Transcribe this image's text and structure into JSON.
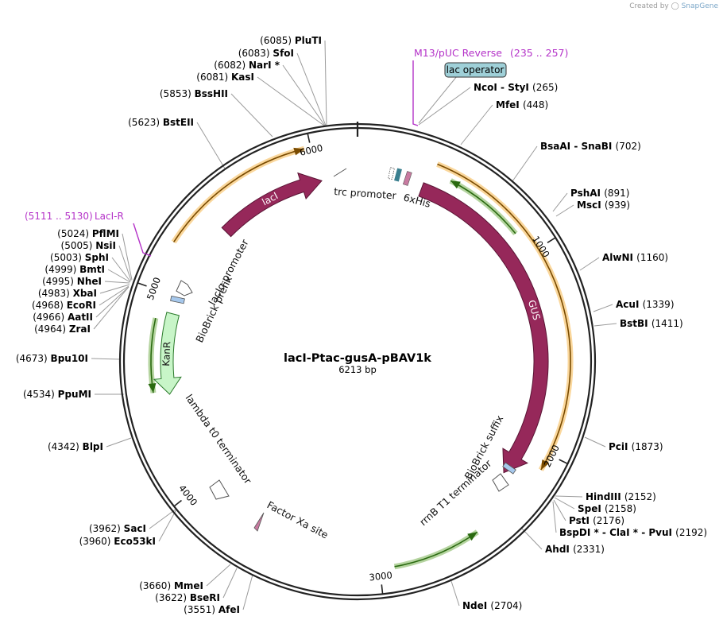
{
  "credit": {
    "prefix": "Created by",
    "brand": "SnapGene"
  },
  "plasmid": {
    "name": "lacI-Ptac-gusA-pBAV1k",
    "size_label": "6213 bp",
    "length": 6213
  },
  "colors": {
    "magenta_feature": "#96285a",
    "kanr": "#c8f5c8",
    "primer": "#b432c8",
    "orange_arrow": "#f5a623",
    "green_arrow": "#5aa02c",
    "lac_operator_fill": "#9fd0d8",
    "biobrick": "#a6c8ec"
  },
  "ticks": [
    {
      "label": "1000",
      "pos": 1000
    },
    {
      "label": "2000",
      "pos": 2000
    },
    {
      "label": "3000",
      "pos": 3000
    },
    {
      "label": "4000",
      "pos": 4000
    },
    {
      "label": "5000",
      "pos": 5000
    },
    {
      "label": "6000",
      "pos": 6000
    }
  ],
  "features": [
    {
      "label": "lacI",
      "start": 5430,
      "end": 6020,
      "dir": "cw",
      "kind": "magenta",
      "label_inside": true
    },
    {
      "label": "GUS",
      "start": 350,
      "end": 2195,
      "dir": "cw",
      "kind": "magenta",
      "label_inside": true
    },
    {
      "label": "KanR",
      "start": 4490,
      "end": 4910,
      "dir": "ccw",
      "kind": "kanr",
      "label_inside": true
    }
  ],
  "feature_labels": [
    {
      "id": "trc",
      "text": "trc promoter"
    },
    {
      "id": "sixhis",
      "text": "6xHis"
    },
    {
      "id": "laciq",
      "text": "lacIq promoter"
    },
    {
      "id": "biobrick_prefix",
      "text": "BioBrick prefix"
    },
    {
      "id": "lambda",
      "text": "lambda t0 terminator"
    },
    {
      "id": "factorxa",
      "text": "Factor Xa site"
    },
    {
      "id": "rrnb",
      "text": "rrnB T1 terminator"
    },
    {
      "id": "biobrick_suffix",
      "text": "BioBrick suffix"
    }
  ],
  "primers": [
    {
      "name": "M13/pUC Reverse",
      "range": "(235 .. 257)"
    },
    {
      "name": "LacI-R",
      "range": "(5111 .. 5130)"
    }
  ],
  "lac_operator": {
    "label": "lac operator"
  },
  "enzymes": [
    {
      "id": "PluTI",
      "pos": "(6085)",
      "name": "PluTI",
      "side": "left"
    },
    {
      "id": "SfoI",
      "pos": "(6083)",
      "name": "SfoI",
      "side": "left"
    },
    {
      "id": "NarI",
      "pos": "(6082)",
      "name": "NarI *",
      "side": "left"
    },
    {
      "id": "KasI",
      "pos": "(6081)",
      "name": "KasI",
      "side": "left"
    },
    {
      "id": "BssHII",
      "pos": "(5853)",
      "name": "BssHII",
      "side": "left"
    },
    {
      "id": "BstEII",
      "pos": "(5623)",
      "name": "BstEII",
      "side": "left"
    },
    {
      "id": "PflMI",
      "pos": "(5024)",
      "name": "PflMI",
      "side": "left"
    },
    {
      "id": "NsiI",
      "pos": "(5005)",
      "name": "NsiI",
      "side": "left"
    },
    {
      "id": "SphI",
      "pos": "(5003)",
      "name": "SphI",
      "side": "left"
    },
    {
      "id": "BmtI",
      "pos": "(4999)",
      "name": "BmtI",
      "side": "left"
    },
    {
      "id": "NheI",
      "pos": "(4995)",
      "name": "NheI",
      "side": "left"
    },
    {
      "id": "XbaI",
      "pos": "(4983)",
      "name": "XbaI",
      "side": "left"
    },
    {
      "id": "EcoRI",
      "pos": "(4968)",
      "name": "EcoRI",
      "side": "left"
    },
    {
      "id": "AatII",
      "pos": "(4966)",
      "name": "AatII",
      "side": "left"
    },
    {
      "id": "ZraI",
      "pos": "(4964)",
      "name": "ZraI",
      "side": "left"
    },
    {
      "id": "Bpu10I",
      "pos": "(4673)",
      "name": "Bpu10I",
      "side": "left"
    },
    {
      "id": "PpuMI",
      "pos": "(4534)",
      "name": "PpuMI",
      "side": "left"
    },
    {
      "id": "BlpI",
      "pos": "(4342)",
      "name": "BlpI",
      "side": "left"
    },
    {
      "id": "SacI",
      "pos": "(3962)",
      "name": "SacI",
      "side": "left"
    },
    {
      "id": "Eco53kI",
      "pos": "(3960)",
      "name": "Eco53kI",
      "side": "left"
    },
    {
      "id": "MmeI",
      "pos": "(3660)",
      "name": "MmeI",
      "side": "left"
    },
    {
      "id": "BseRI",
      "pos": "(3622)",
      "name": "BseRI",
      "side": "left"
    },
    {
      "id": "AfeI",
      "pos": "(3551)",
      "name": "AfeI",
      "side": "left"
    },
    {
      "id": "NcoI",
      "pos": "(265)",
      "name": "NcoI  -  StyI",
      "side": "right"
    },
    {
      "id": "MfeI",
      "pos": "(448)",
      "name": "MfeI",
      "side": "right"
    },
    {
      "id": "BsaAI",
      "pos": "(702)",
      "name": "BsaAI  -  SnaBI",
      "side": "right"
    },
    {
      "id": "PshAI",
      "pos": "(891)",
      "name": "PshAI",
      "side": "right"
    },
    {
      "id": "MscI",
      "pos": "(939)",
      "name": "MscI",
      "side": "right"
    },
    {
      "id": "AlwNI",
      "pos": "(1160)",
      "name": "AlwNI",
      "side": "right"
    },
    {
      "id": "AcuI",
      "pos": "(1339)",
      "name": "AcuI",
      "side": "right"
    },
    {
      "id": "BstBI",
      "pos": "(1411)",
      "name": "BstBI",
      "side": "right"
    },
    {
      "id": "PciI",
      "pos": "(1873)",
      "name": "PciI",
      "side": "right"
    },
    {
      "id": "HindIII",
      "pos": "(2152)",
      "name": "HindIII",
      "side": "right"
    },
    {
      "id": "SpeI",
      "pos": "(2158)",
      "name": "SpeI",
      "side": "right"
    },
    {
      "id": "PstI",
      "pos": "(2176)",
      "name": "PstI",
      "side": "right"
    },
    {
      "id": "BspDI",
      "pos": "(2192)",
      "name": "BspDI *  -  ClaI *  -  PvuI",
      "side": "right"
    },
    {
      "id": "AhdI",
      "pos": "(2331)",
      "name": "AhdI",
      "side": "right"
    },
    {
      "id": "NdeI",
      "pos": "(2704)",
      "name": "NdeI",
      "side": "right"
    }
  ]
}
